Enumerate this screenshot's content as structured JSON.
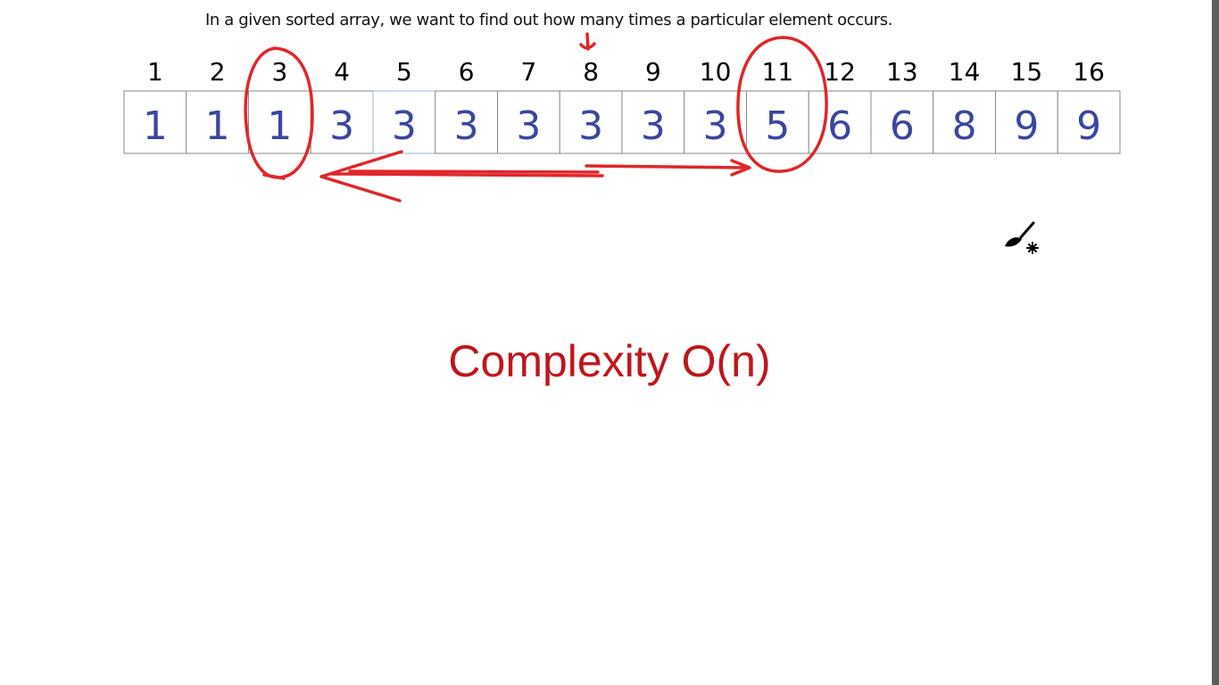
{
  "title": "In a given sorted array, we want to find out how many times a particular element occurs.",
  "array": {
    "indices": [
      "1",
      "2",
      "3",
      "4",
      "5",
      "6",
      "7",
      "8",
      "9",
      "10",
      "11",
      "12",
      "13",
      "14",
      "15",
      "16"
    ],
    "values": [
      "1",
      "1",
      "1",
      "3",
      "3",
      "3",
      "3",
      "3",
      "3",
      "3",
      "5",
      "6",
      "6",
      "8",
      "9",
      "9"
    ],
    "circled_positions": [
      "3",
      "11"
    ],
    "pointer_position": "8",
    "highlighted_position": "5"
  },
  "complexity_text": "Complexity O(n)",
  "colors": {
    "index_text": "#000000",
    "value_text": "#3b46a0",
    "annotation": "#e0262b",
    "complexity": "#c0161c",
    "cell_border": "#8a8a8a"
  },
  "icons": {
    "cursor": "brush-cursor-icon"
  }
}
